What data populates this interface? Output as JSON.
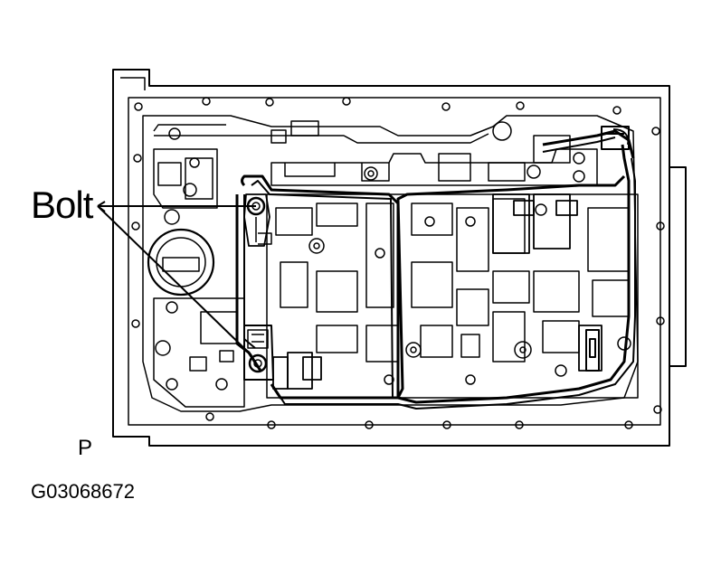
{
  "labels": {
    "bolt": "Bolt",
    "position": "P",
    "figure_code": "G03068672"
  },
  "colors": {
    "line": "#000000",
    "background": "#ffffff"
  }
}
